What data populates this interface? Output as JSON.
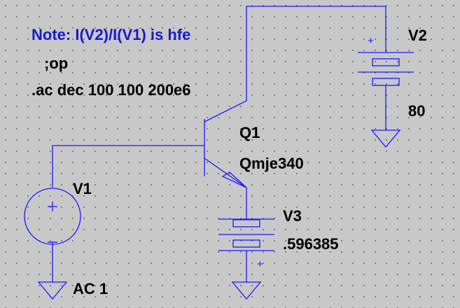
{
  "note": "Note: I(V2)/I(V1) is hfe",
  "directives": {
    "op": ";op",
    "ac": ".ac dec 100 100 200e6"
  },
  "components": {
    "q1": {
      "name": "Q1",
      "model": "Qmje340"
    },
    "v1": {
      "name": "V1",
      "value": "AC 1"
    },
    "v2": {
      "name": "V2",
      "value": "80"
    },
    "v3": {
      "name": "V3",
      "value": ".596385"
    }
  },
  "colors": {
    "wire": "#1a1aff",
    "note": "#1a1acc",
    "background": "#c8c8c8",
    "grid_dot": "#6e6e6e"
  }
}
